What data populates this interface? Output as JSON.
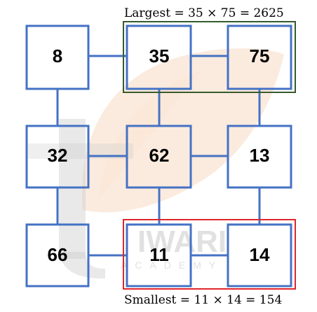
{
  "grid": {
    "rows": [
      [
        "8",
        "35",
        "75"
      ],
      [
        "32",
        "62",
        "13"
      ],
      [
        "66",
        "11",
        "14"
      ]
    ]
  },
  "annotations": {
    "largest": "Largest = 35 × 75 = 2625",
    "smallest": "Smallest = 11 × 14 = 154"
  },
  "watermark": {
    "brand": "IWARI",
    "sub": "ACADEMY"
  },
  "colors": {
    "box_stroke": "#4472c4",
    "connector": "#4472c4",
    "largest_frame": "#375a2c",
    "smallest_frame": "#e0262b"
  }
}
